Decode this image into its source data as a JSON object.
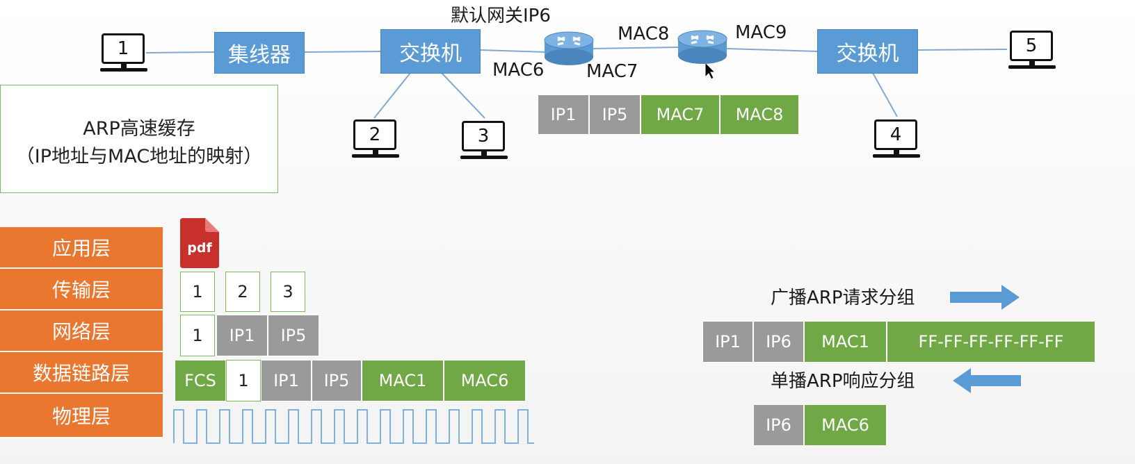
{
  "topology": {
    "gateway_label": "默认网关IP6",
    "hosts": [
      "1",
      "2",
      "3",
      "4",
      "5"
    ],
    "hub": "集线器",
    "switch_left": "交换机",
    "switch_right": "交换机",
    "mac_labels": {
      "mac6": "MAC6",
      "mac7": "MAC7",
      "mac8": "MAC8",
      "mac9": "MAC9"
    }
  },
  "forwarded_frame": [
    "IP1",
    "IP5",
    "MAC7",
    "MAC8"
  ],
  "arp_cache": {
    "line1": "ARP高速缓存",
    "line2": "（IP地址与MAC地址的映射）"
  },
  "layers": [
    "应用层",
    "传输层",
    "网络层",
    "数据链路层",
    "物理层"
  ],
  "encapsulation": {
    "app_icon": "pdf",
    "transport": [
      "1",
      "2",
      "3"
    ],
    "network": [
      "1",
      "IP1",
      "IP5"
    ],
    "datalink": [
      "FCS",
      "1",
      "IP1",
      "IP5",
      "MAC1",
      "MAC6"
    ]
  },
  "arp": {
    "request_label": "广播ARP请求分组",
    "request_packet": [
      "IP1",
      "IP6",
      "MAC1",
      "FF-FF-FF-FF-FF-FF"
    ],
    "reply_label": "单播ARP响应分组",
    "reply_packet": [
      "IP6",
      "MAC6"
    ]
  },
  "colors": {
    "device": "#5b9bd5",
    "layer": "#e9772f",
    "ip_field": "#9a9a9a",
    "mac_field": "#70a845",
    "signal": "#5b9bd5"
  }
}
